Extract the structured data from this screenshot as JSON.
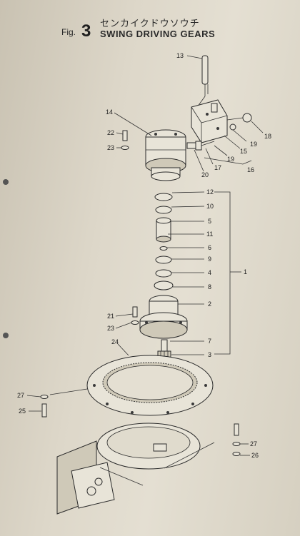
{
  "header": {
    "title_jp": "センカイクドウソウチ",
    "fig_label": "Fig.",
    "fig_number": "3",
    "title_en": "SWING DRIVING GEARS"
  },
  "callouts": [
    "13",
    "14",
    "22",
    "23",
    "18",
    "19",
    "15",
    "17",
    "19",
    "16",
    "20",
    "12",
    "10",
    "5",
    "11",
    "6",
    "9",
    "4",
    "1",
    "8",
    "2",
    "21",
    "23",
    "7",
    "24",
    "3",
    "27",
    "25",
    "27",
    "26"
  ]
}
